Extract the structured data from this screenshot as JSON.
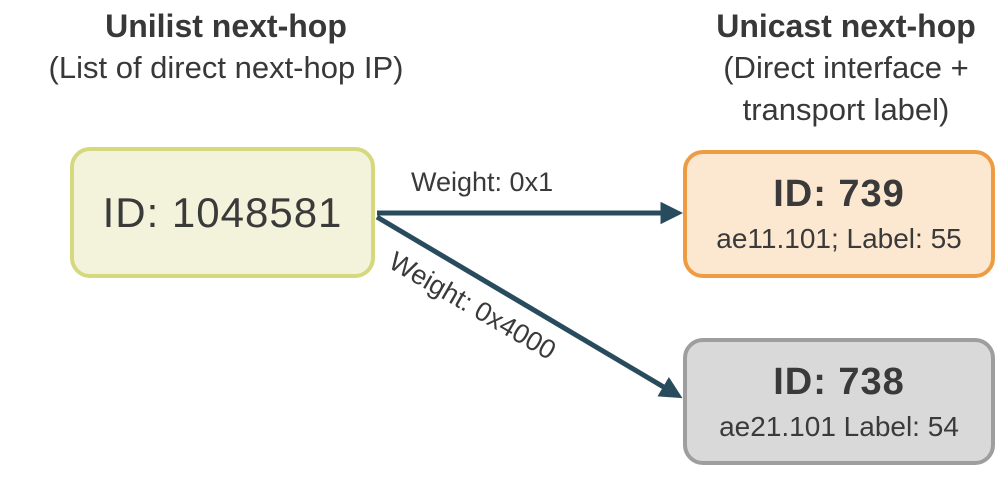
{
  "header": {
    "left": {
      "title": "Unilist next-hop",
      "subtitle": "(List of direct next-hop IP)"
    },
    "right": {
      "title": "Unicast next-hop",
      "subtitle": "(Direct interface + transport label)"
    }
  },
  "nodes": {
    "unilist": {
      "id_label": "ID: 1048581"
    },
    "unicast_739": {
      "id_label": "ID: 739",
      "detail": "ae11.101; Label: 55"
    },
    "unicast_738": {
      "id_label": "ID: 738",
      "detail": "ae21.101 Label: 54"
    }
  },
  "edges": {
    "primary": {
      "label": "Weight: 0x1"
    },
    "backup": {
      "label": "Weight: 0x4000"
    }
  },
  "colors": {
    "unilist_fill": "#f2f3da",
    "unilist_border": "#d5d87c",
    "unicast_739_fill": "#fce8d1",
    "unicast_739_border": "#ee9c43",
    "unicast_738_fill": "#d9d9d9",
    "unicast_738_border": "#9e9e9e",
    "arrow": "#284b5d",
    "text": "#3a3a3a"
  }
}
